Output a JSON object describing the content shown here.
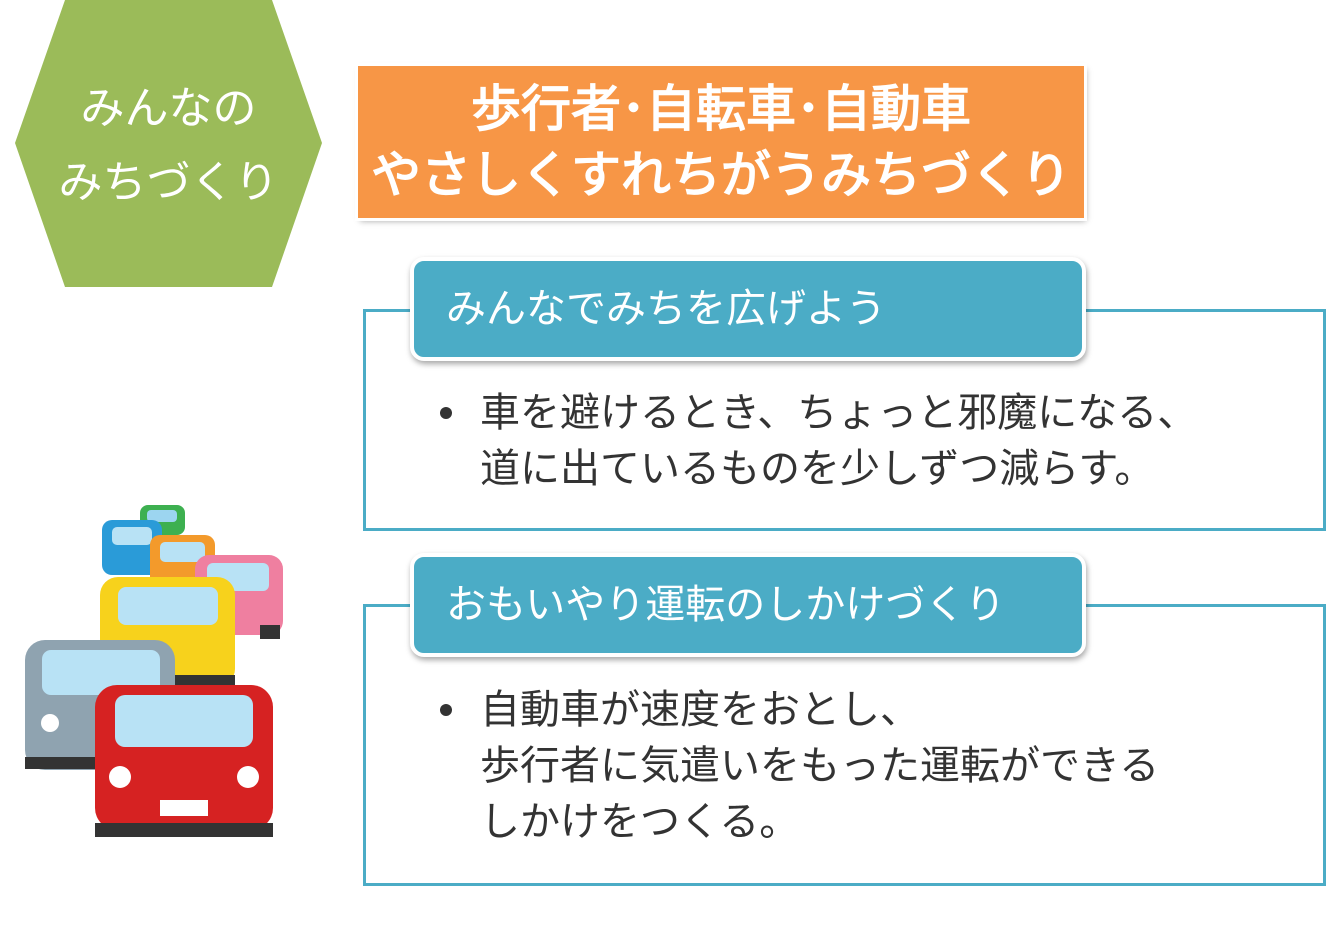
{
  "badge": {
    "line1": "みんなの",
    "line2": "みちづくり",
    "color": "#9BBB59"
  },
  "title": {
    "line1": "歩行者･自転車･自動車",
    "line2": "やさしくすれちがうみちづくり",
    "color": "#F79646"
  },
  "sections": [
    {
      "heading": "みんなでみちを広げよう",
      "bullet_lines": [
        "車を避けるとき、ちょっと邪魔になる、",
        "道に出ているものを少しずつ減らす。"
      ]
    },
    {
      "heading": "おもいやり運転のしかけづくり",
      "bullet_lines": [
        "自動車が速度をおとし、",
        "歩行者に気遣いをもった運転ができる",
        "しかけをつくる。"
      ]
    }
  ],
  "accent": "#4BACC6",
  "illustration": "cars-traffic-icon"
}
